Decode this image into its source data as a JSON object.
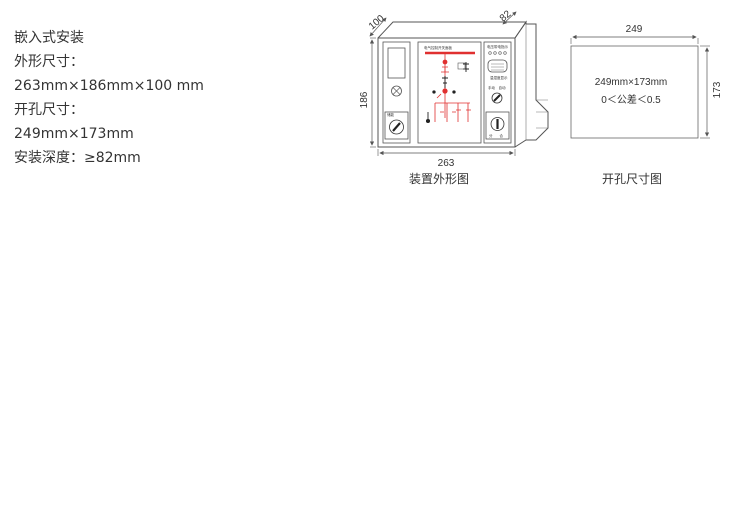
{
  "specs": {
    "line1": "嵌入式安装",
    "line2": "外形尺寸：",
    "line3": "263mm×186mm×100 mm",
    "line4": "开孔尺寸：",
    "line5": "249mm×173mm",
    "line6": "安装深度：≥82mm"
  },
  "outline_drawing": {
    "caption": "装置外形图",
    "dim_width": "263",
    "dim_height": "186",
    "dim_depth": "100",
    "dim_rear": "82"
  },
  "cutout_drawing": {
    "caption": "开孔尺寸图",
    "dim_width": "249",
    "dim_height": "173",
    "size_text": "249mm×173mm",
    "tolerance_text": "0＜公差＜0.5"
  },
  "colors": {
    "line": "#555555",
    "busbar_red": "#e03030"
  }
}
